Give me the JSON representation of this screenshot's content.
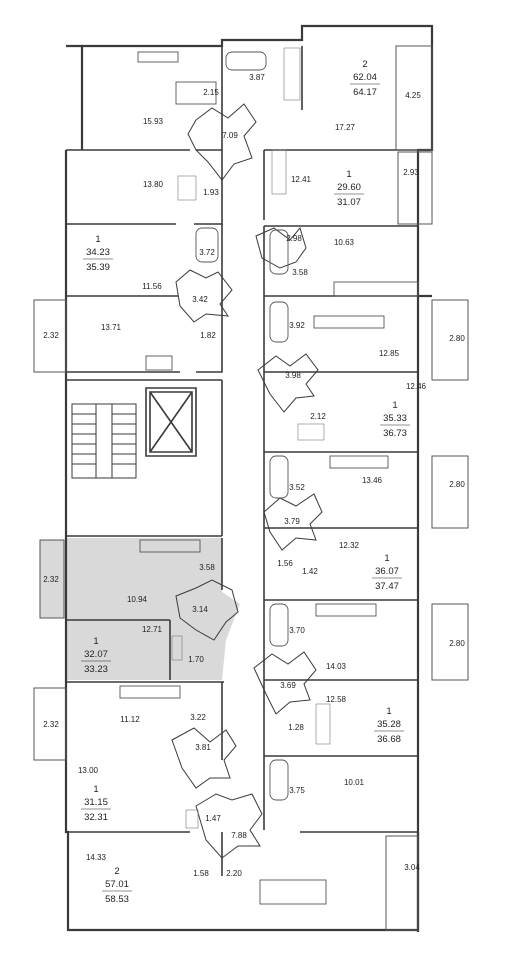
{
  "colors": {
    "background": "#ffffff",
    "wall": "#3a3a3a",
    "thin": "#555555",
    "highlight": "#d9d9d9",
    "text": "#222222"
  },
  "apartments": [
    {
      "id": "top-right",
      "rooms": "2",
      "area_living": "62.04",
      "area_total": "64.17"
    },
    {
      "id": "r1",
      "rooms": "1",
      "area_living": "29.60",
      "area_total": "31.07"
    },
    {
      "id": "l1",
      "rooms": "1",
      "area_living": "34.23",
      "area_total": "35.39"
    },
    {
      "id": "r2",
      "rooms": "1",
      "area_living": "35.33",
      "area_total": "36.73"
    },
    {
      "id": "r3",
      "rooms": "1",
      "area_living": "36.07",
      "area_total": "37.47"
    },
    {
      "id": "l-highlight",
      "rooms": "1",
      "area_living": "32.07",
      "area_total": "33.23"
    },
    {
      "id": "r4",
      "rooms": "1",
      "area_living": "35.28",
      "area_total": "36.68"
    },
    {
      "id": "l3",
      "rooms": "1",
      "area_living": "31.15",
      "area_total": "32.31"
    },
    {
      "id": "bottom",
      "rooms": "2",
      "area_living": "57.01",
      "area_total": "58.53"
    }
  ],
  "room_areas": [
    "3.87",
    "2.15",
    "4.25",
    "15.93",
    "7.09",
    "17.27",
    "13.80",
    "1.93",
    "12.41",
    "2.93",
    "2.98",
    "10.63",
    "3.72",
    "3.58",
    "11.56",
    "3.42",
    "13.71",
    "1.82",
    "2.32",
    "3.92",
    "2.80",
    "12.85",
    "3.98",
    "12.46",
    "2.12",
    "3.52",
    "13.46",
    "2.80",
    "3.79",
    "12.32",
    "3.58",
    "1.56",
    "1.42",
    "2.32",
    "10.94",
    "3.14",
    "12.71",
    "1.70",
    "3.70",
    "2.80",
    "14.03",
    "3.69",
    "12.58",
    "11.12",
    "3.22",
    "2.32",
    "1.28",
    "3.81",
    "13.00",
    "3.75",
    "10.01",
    "1.47",
    "7.88",
    "14.33",
    "1.58",
    "2.20",
    "3.04"
  ]
}
